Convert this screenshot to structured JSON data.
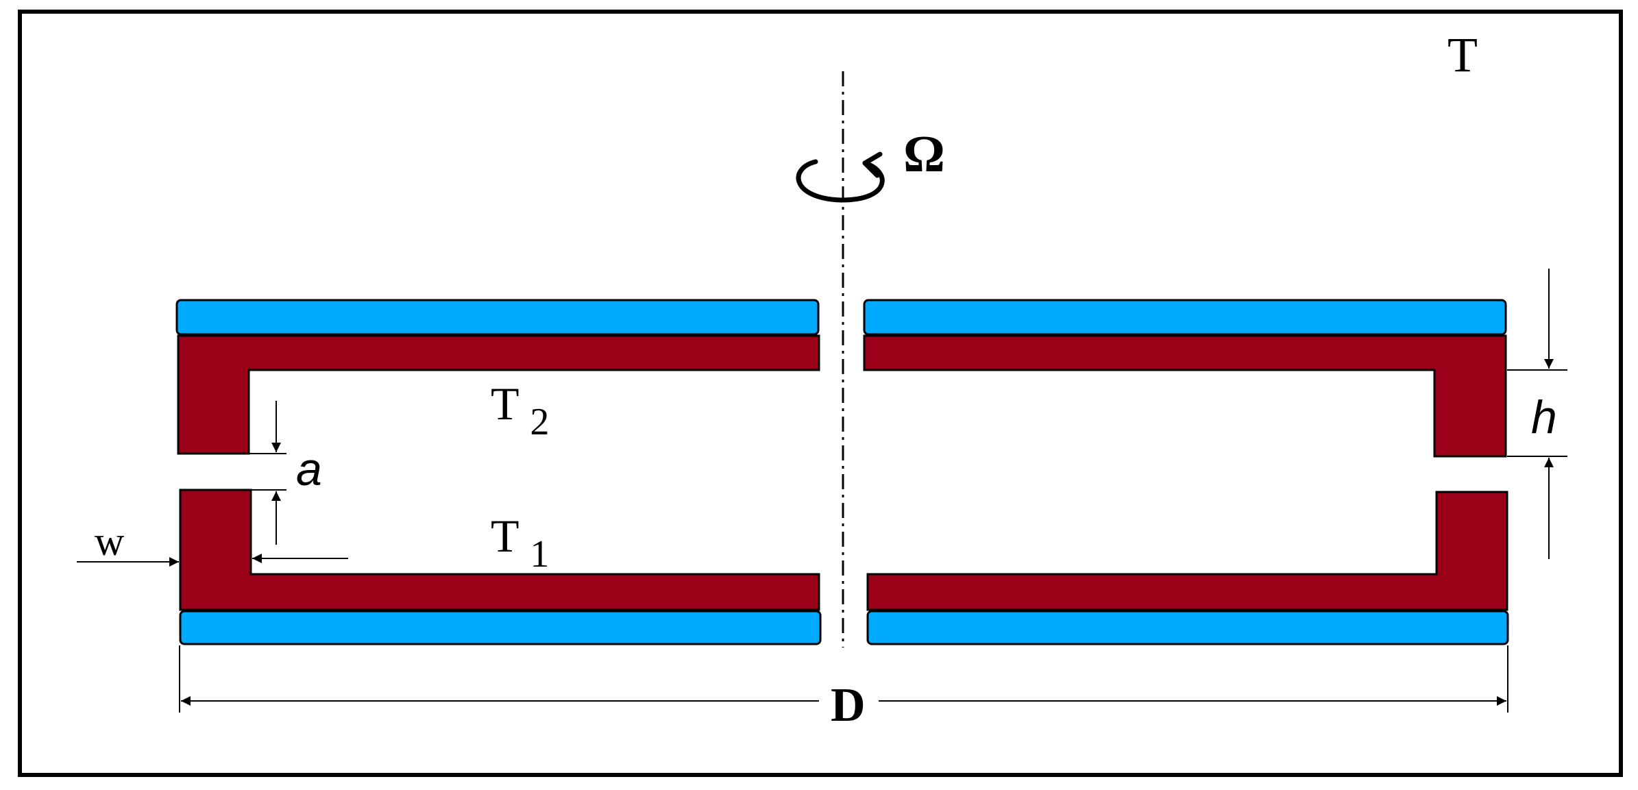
{
  "labels": {
    "ambient_temperature": "T",
    "rotation": "Ω",
    "top_plate_temperature_main": "T",
    "top_plate_temperature_sub": "2",
    "bottom_plate_temperature_main": "T",
    "bottom_plate_temperature_sub": "1",
    "gap": "a",
    "wall_thickness": "w",
    "height": "h",
    "diameter": "D"
  },
  "colors": {
    "heater_plate": "#00aaff",
    "cell_wall": "#9b0019",
    "outline": "#000000",
    "frame": "#000000",
    "background": "#ffffff"
  },
  "icons": {
    "rotation_arrow": "counterclockwise-rotation-arrow-icon"
  }
}
